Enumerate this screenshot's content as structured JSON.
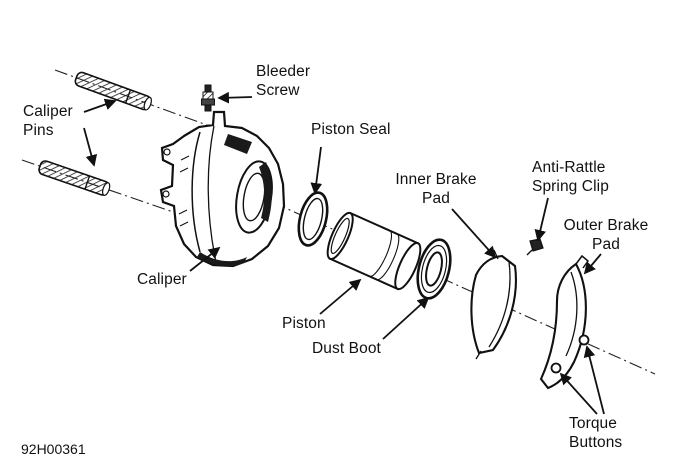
{
  "figure": {
    "code": "92H00361",
    "labels": {
      "bleeder_screw": "Bleeder\nScrew",
      "caliper_pins": "Caliper\nPins",
      "piston_seal": "Piston Seal",
      "caliper": "Caliper",
      "inner_brake_pad": "Inner Brake\nPad",
      "anti_rattle_spring_clip": "Anti-Rattle\nSpring Clip",
      "outer_brake_pad": "Outer Brake\nPad",
      "piston": "Piston",
      "dust_boot": "Dust Boot",
      "torque_buttons": "Torque\nButtons"
    },
    "colors": {
      "ink": "#1a1a1a",
      "background": "#ffffff"
    }
  }
}
